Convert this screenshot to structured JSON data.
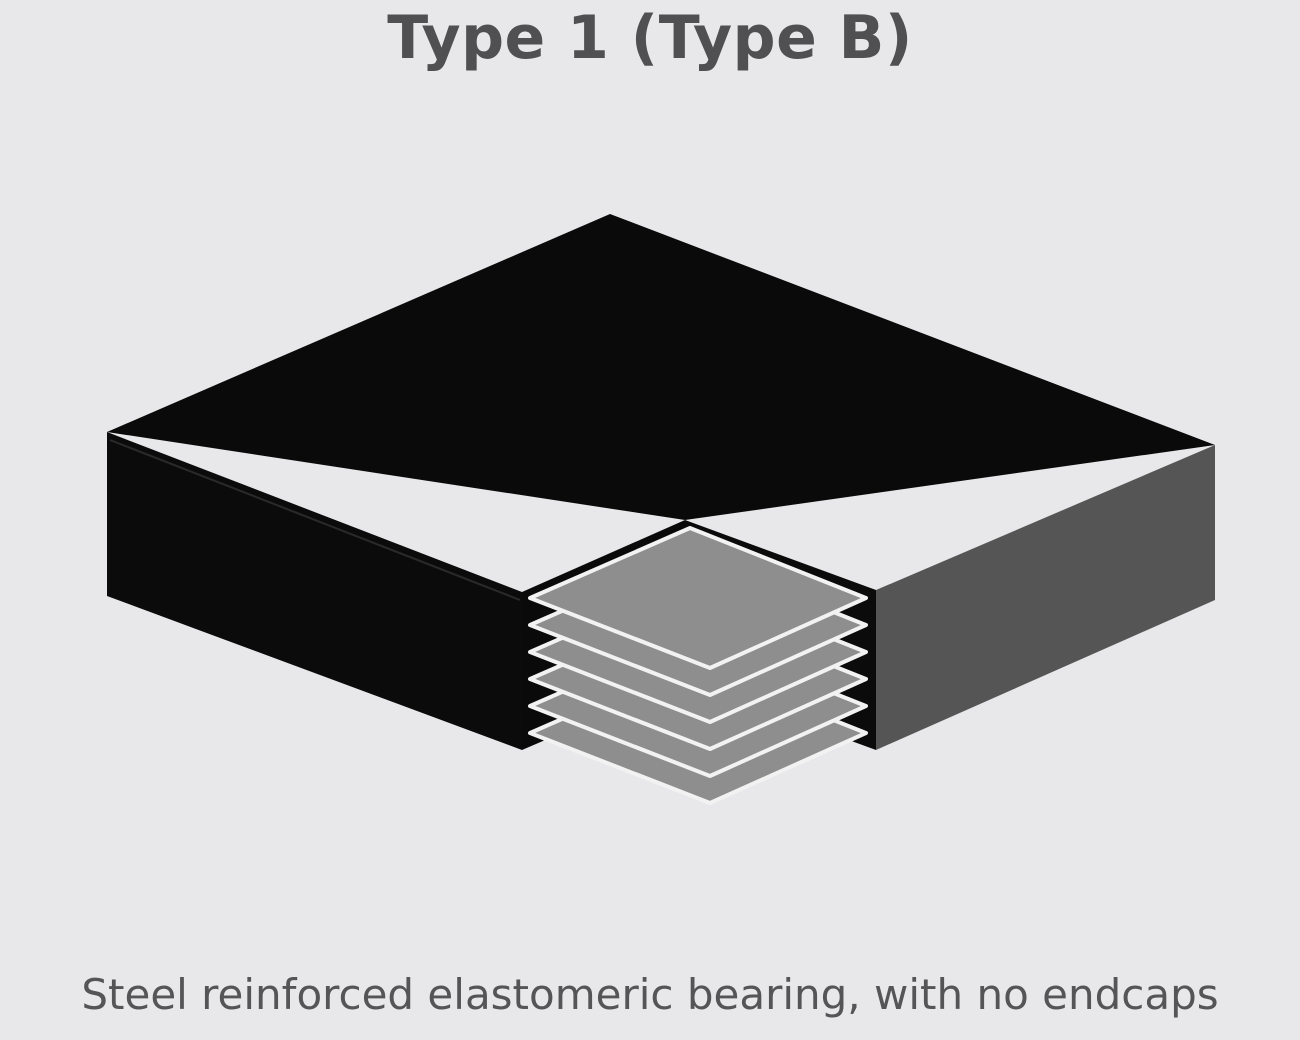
{
  "title": "Type 1 (Type B)",
  "caption": "Steel reinforced elastomeric bearing, with no endcaps",
  "illustration": {
    "icon": "elastomeric-bearing-cutaway-icon",
    "steel_plate_count": 6,
    "colors": {
      "background": "#e8e8ea",
      "rubber_top": "#0a0a0b",
      "rubber_left": "#0b0b0c",
      "rubber_right": "#555555",
      "steel_plate": "#8e8e8e",
      "steel_edge": "#f2f2f2",
      "text": "#505052"
    }
  }
}
